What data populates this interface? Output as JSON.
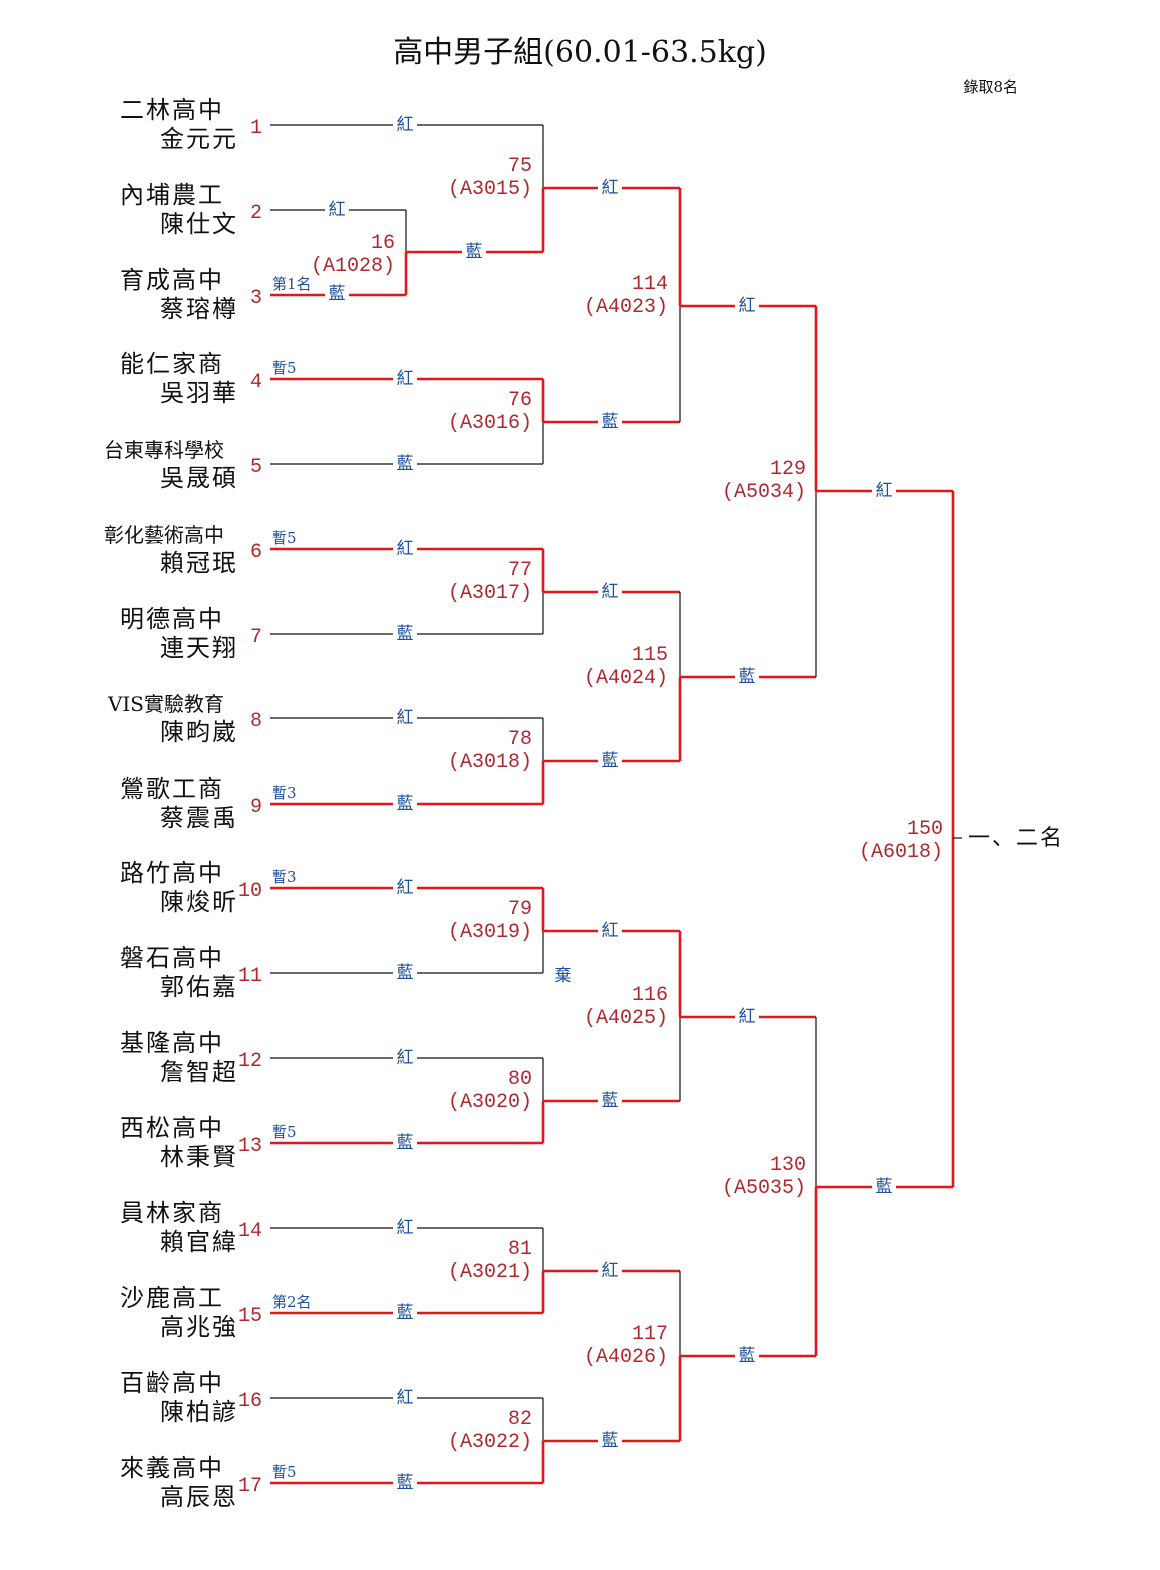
{
  "title": "高中男子組(60.01-63.5kg)",
  "note": "錄取8名",
  "final_label": "一、二名",
  "corner_labels": {
    "red": "紅",
    "blue": "藍"
  },
  "entrants": [
    {
      "seed": "1",
      "school": "二林高中",
      "name": "金元元",
      "badge": ""
    },
    {
      "seed": "2",
      "school": "內埔農工",
      "name": "陳仕文",
      "badge": ""
    },
    {
      "seed": "3",
      "school": "育成高中",
      "name": "蔡瑢樽",
      "badge": "第1名"
    },
    {
      "seed": "4",
      "school": "能仁家商",
      "name": "吳羽華",
      "badge": "暫5"
    },
    {
      "seed": "5",
      "school": "台東專科學校",
      "name": "吳晟碩",
      "badge": ""
    },
    {
      "seed": "6",
      "school": "彰化藝術高中",
      "name": "賴冠珉",
      "badge": "暫5"
    },
    {
      "seed": "7",
      "school": "明德高中",
      "name": "連天翔",
      "badge": ""
    },
    {
      "seed": "8",
      "school": "VIS實驗教育",
      "name": "陳畇崴",
      "badge": ""
    },
    {
      "seed": "9",
      "school": "鶯歌工商",
      "name": "蔡震禹",
      "badge": "暫3"
    },
    {
      "seed": "10",
      "school": "路竹高中",
      "name": "陳焌昕",
      "badge": "暫3"
    },
    {
      "seed": "11",
      "school": "磐石高中",
      "name": "郭佑嘉",
      "badge": ""
    },
    {
      "seed": "12",
      "school": "基隆高中",
      "name": "詹智超",
      "badge": ""
    },
    {
      "seed": "13",
      "school": "西松高中",
      "name": "林秉賢",
      "badge": "暫5"
    },
    {
      "seed": "14",
      "school": "員林家商",
      "name": "賴官緯",
      "badge": ""
    },
    {
      "seed": "15",
      "school": "沙鹿高工",
      "name": "高兆強",
      "badge": "第2名"
    },
    {
      "seed": "16",
      "school": "百齡高中",
      "name": "陳柏諺",
      "badge": ""
    },
    {
      "seed": "17",
      "school": "來義高中",
      "name": "高辰恩",
      "badge": "暫5"
    }
  ],
  "matches": [
    {
      "num": "16",
      "code": "(A1028)"
    },
    {
      "num": "75",
      "code": "(A3015)"
    },
    {
      "num": "76",
      "code": "(A3016)"
    },
    {
      "num": "77",
      "code": "(A3017)"
    },
    {
      "num": "78",
      "code": "(A3018)"
    },
    {
      "num": "79",
      "code": "(A3019)",
      "note": "棄"
    },
    {
      "num": "80",
      "code": "(A3020)"
    },
    {
      "num": "81",
      "code": "(A3021)"
    },
    {
      "num": "82",
      "code": "(A3022)"
    },
    {
      "num": "114",
      "code": "(A4023)"
    },
    {
      "num": "115",
      "code": "(A4024)"
    },
    {
      "num": "116",
      "code": "(A4025)"
    },
    {
      "num": "117",
      "code": "(A4026)"
    },
    {
      "num": "129",
      "code": "(A5034)"
    },
    {
      "num": "130",
      "code": "(A5035)"
    },
    {
      "num": "150",
      "code": "(A6018)"
    }
  ]
}
